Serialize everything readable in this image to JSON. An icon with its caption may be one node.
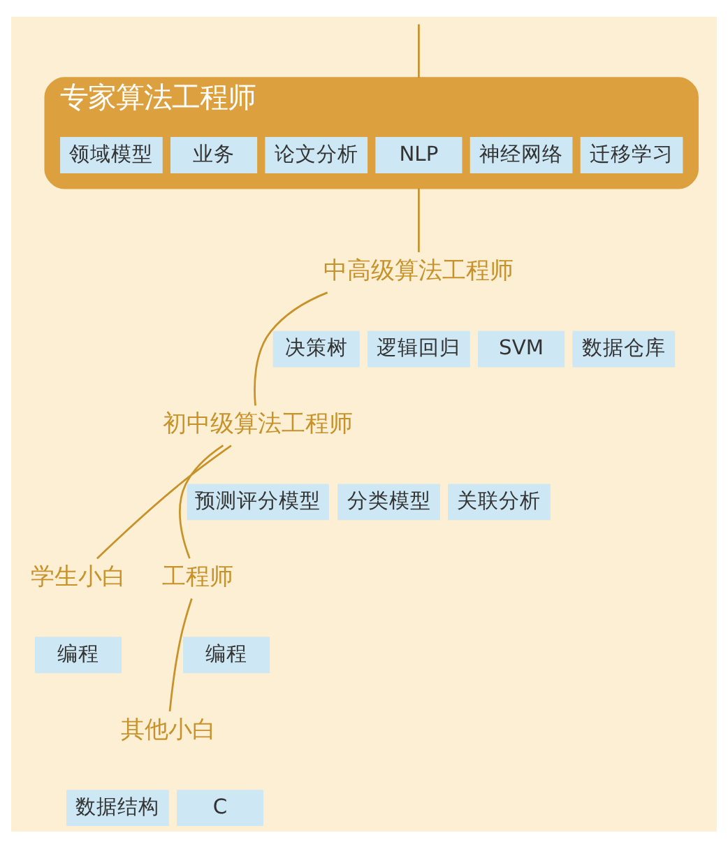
{
  "diagram": {
    "nodes": [
      {
        "text": [
          "专家算法工程师"
        ]
      },
      {
        "text": [
          "领域模型"
        ],
        "in": 0
      },
      {
        "text": [
          "业务"
        ],
        "in": 0
      },
      {
        "text": [
          "论文分析"
        ],
        "in": 0
      },
      {
        "text": [
          "NLP"
        ],
        "in": 0
      },
      {
        "text": [
          "神经网络"
        ],
        "in": 0
      },
      {
        "text": [
          "迁移学习"
        ],
        "in": 0
      },
      {
        "text": [
          "中高级算法工程师"
        ]
      },
      {
        "text": [
          "决策树"
        ]
      },
      {
        "text": [
          "逻辑回归"
        ]
      },
      {
        "text": [
          "SVM"
        ]
      },
      {
        "text": [
          "数据仓库"
        ]
      },
      {
        "text": [
          "初中级算法工程师"
        ]
      },
      {
        "text": [
          "预测评分模型"
        ]
      },
      {
        "text": [
          "分类模型"
        ]
      },
      {
        "text": [
          "关联分析"
        ]
      },
      {
        "text": [
          "学生小白"
        ]
      },
      {
        "text": [
          "编程"
        ]
      },
      {
        "text": [
          "工程师"
        ]
      },
      {
        "text": [
          "编程"
        ]
      },
      {
        "text": [
          "其他小白"
        ]
      },
      {
        "text": [
          "数据结构"
        ]
      },
      {
        "text": [
          "C"
        ]
      }
    ],
    "edges": [
      {
        "from": null,
        "to": 0,
        "arrow": "none"
      },
      {
        "from": 0,
        "to": 7,
        "arrow": "none"
      },
      {
        "from": 7,
        "to": 12,
        "arrow": "none"
      },
      {
        "from": 12,
        "to": 16,
        "arrow": "none"
      },
      {
        "from": 12,
        "to": 18,
        "arrow": "none"
      },
      {
        "from": 18,
        "to": 20,
        "arrow": "none"
      }
    ]
  }
}
